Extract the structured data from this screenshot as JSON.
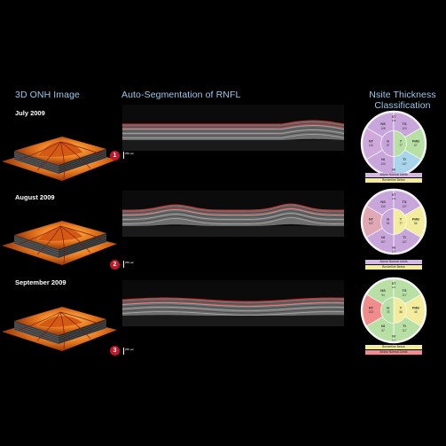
{
  "headings": {
    "onh": "3D ONH Image",
    "seg": "Auto-Segmentation of RNFL",
    "nsite_line1": "Nsite Thickness",
    "nsite_line2": "Classification"
  },
  "rows": [
    {
      "date": "July 2009",
      "badge": "1",
      "scale": "250 µm",
      "dial": {
        "colors": {
          "ST": "#c8a6dc",
          "NS": "#c8a6dc",
          "TS": "#c8a6dc",
          "NT": "#cfa8dc",
          "N": "#f2ec9c",
          "T": "#b8e0a4",
          "I": "#b6d2f0",
          "TI": "#a8d4ec",
          "NI": "#c8a6dc",
          "G": "#c8a6dc",
          "PMB": "#b8e0a4"
        },
        "labels": {
          "top": "ST",
          "top_val": "145",
          "top_l": "NS",
          "top_l_val": "108",
          "top_r": "TS",
          "top_r_val": "120",
          "left": "NT",
          "left_val": "140",
          "ctr_l": "G",
          "ctr_l_val": "87",
          "ctr_r": "T",
          "ctr_r_val": "77",
          "right": "PMB",
          "right_val": "67",
          "bot_l": "NI",
          "bot_l_val": "100",
          "bot": "NI",
          "bot_val": "120",
          "bot_r": "TI",
          "bot_r_val": "147"
        }
      },
      "legend": [
        {
          "text": "Above Normal Limits",
          "color": "#d6b8e6"
        },
        {
          "text": "Borderline Below",
          "color": "#f2ec9c"
        }
      ]
    },
    {
      "date": "August 2009",
      "badge": "2",
      "scale": "250 µm",
      "dial": {
        "colors": {
          "ST": "#c8a6dc",
          "NS": "#c8a6dc",
          "TS": "#c8a6dc",
          "NT": "#e0a8b4",
          "N": "#c8a6dc",
          "T": "#f2ec9c",
          "I": "#c8a6dc",
          "TI": "#c8a6dc",
          "NI": "#c8a6dc",
          "G": "#c8a6dc",
          "PMB": "#f2ec9c"
        },
        "labels": {
          "top": "ST",
          "top_val": "142",
          "top_l": "NS",
          "top_l_val": "100",
          "top_r": "TS",
          "top_r_val": "137",
          "left": "NT",
          "left_val": "147",
          "ctr_l": "G",
          "ctr_l_val": "94",
          "ctr_r": "T",
          "ctr_r_val": "77",
          "right": "PMB",
          "right_val": "56",
          "bot_l": "NI",
          "bot_l_val": "107",
          "bot": "NI",
          "bot_val": "120",
          "bot_r": "TI",
          "bot_r_val": "147"
        }
      },
      "legend": [
        {
          "text": "Above Normal Limits",
          "color": "#d6b8e6"
        },
        {
          "text": "Borderline Below",
          "color": "#f2ec9c"
        }
      ]
    },
    {
      "date": "September 2009",
      "badge": "3",
      "scale": "250 µm",
      "dial": {
        "colors": {
          "ST": "#b6d2f0",
          "NS": "#b8e0a4",
          "TS": "#b8e0a4",
          "NT": "#f08c8c",
          "N": "#b8e0a4",
          "T": "#f2ec9c",
          "I": "#b6d2f0",
          "TI": "#b8e0a4",
          "NI": "#b8e0a4",
          "G": "#b8e0a4",
          "PMB": "#f2ec9c"
        },
        "labels": {
          "top": "ST",
          "top_val": "121",
          "top_l": "NS",
          "top_l_val": "94",
          "top_r": "TS",
          "top_r_val": "117",
          "left": "NT",
          "left_val": "103",
          "ctr_l": "G",
          "ctr_l_val": "75",
          "ctr_r": "T",
          "ctr_r_val": "56",
          "right": "PMB",
          "right_val": "45",
          "bot_l": "NI",
          "bot_l_val": "97",
          "bot": "NI",
          "bot_val": "110",
          "bot_r": "TI",
          "bot_r_val": "117"
        }
      },
      "legend": [
        {
          "text": "Borderline Below",
          "color": "#f2ec9c"
        },
        {
          "text": "Below Normal Limits",
          "color": "#f08c8c"
        }
      ]
    }
  ]
}
